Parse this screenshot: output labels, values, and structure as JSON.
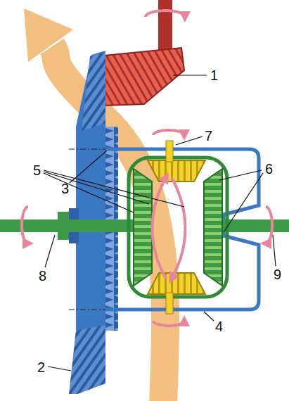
{
  "diagram": {
    "labels": [
      "1",
      "7",
      "5",
      "6",
      "3",
      "8",
      "9",
      "4",
      "2"
    ]
  }
}
